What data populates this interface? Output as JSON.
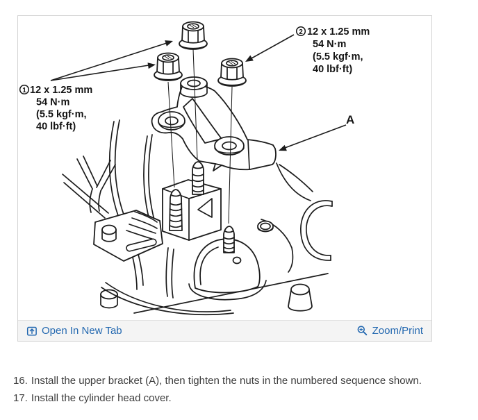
{
  "page": {
    "background": "#ffffff"
  },
  "viewer": {
    "footer": {
      "open_in_new_tab_label": "Open In New Tab",
      "zoom_print_label": "Zoom/Print",
      "link_color": "#2368b0",
      "bar_background": "#f4f4f4"
    },
    "diagram": {
      "ink_color": "#1c1c1c",
      "callout_1": {
        "marker": "1",
        "size_spec": "12 x 1.25 mm",
        "torque_nm": "54 N·m",
        "torque_kgf": "(5.5 kgf·m,",
        "torque_lbf": "40 lbf·ft)"
      },
      "callout_2": {
        "marker": "2",
        "size_spec": "12 x 1.25 mm",
        "torque_nm": "54 N·m",
        "torque_kgf": "(5.5 kgf·m,",
        "torque_lbf": "40 lbf·ft)"
      },
      "part_label": "A"
    }
  },
  "instructions": {
    "steps": [
      {
        "number": "16.",
        "text": "Install the upper bracket (A), then tighten the nuts in the numbered sequence shown."
      },
      {
        "number": "17.",
        "text": "Install the cylinder head cover."
      }
    ]
  }
}
